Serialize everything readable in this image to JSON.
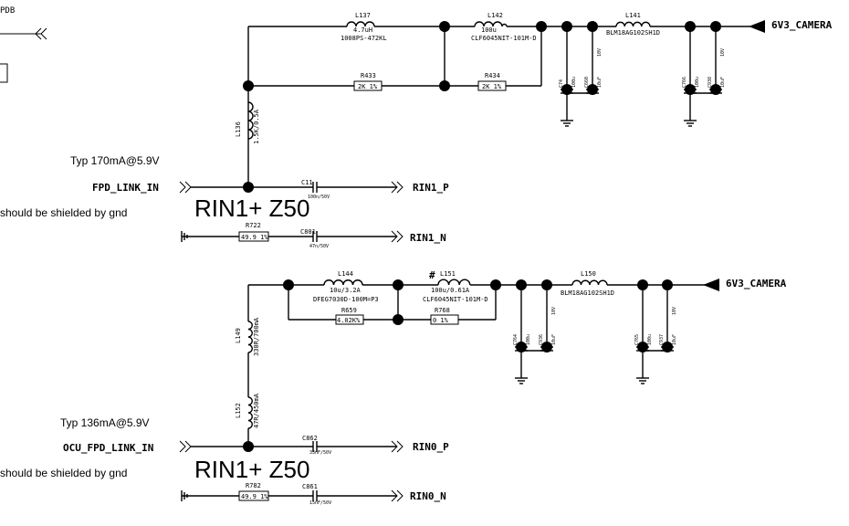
{
  "header": {
    "pdb_fragment": "PDB"
  },
  "power": {
    "top_rail": "6V3_CAMERA",
    "bottom_rail": "6V3_CAMERA"
  },
  "top_section": {
    "current_note": "Typ 170mA@5.9V",
    "input_net": "FPD_LINK_IN",
    "shield_note": "should be shielded by gnd",
    "impedance_note": "RIN1+ Z50",
    "out_p": "RIN1_P",
    "out_n": "RIN1_N",
    "parts": {
      "l137": {
        "ref": "L137",
        "val1": "4.7uH",
        "val2": "1008PS-472KL"
      },
      "l142": {
        "ref": "L142",
        "val1": "100u",
        "val2": "CLF6045NIT-101M-D"
      },
      "l141": {
        "ref": "L141",
        "val1": "BLM18AG102SH1D"
      },
      "r433": {
        "ref": "R433",
        "val": "2K 1%"
      },
      "r434": {
        "ref": "R434",
        "val": "2K 1%"
      },
      "l136": {
        "ref": "L136",
        "val": "1.5K/0.5A"
      },
      "c74": {
        "ref": "C74",
        "val": "100u"
      },
      "c660": {
        "ref": "C660",
        "val": "10uF"
      },
      "c660_v": "10V",
      "c766": {
        "ref": "C766",
        "val": "100u"
      },
      "c938": {
        "ref": "C938",
        "val": "10uF"
      },
      "c938_v": "10V",
      "c11": {
        "ref": "C11",
        "val": "100n/50V"
      },
      "r722": {
        "ref": "R722",
        "val": "49.9 1%"
      },
      "c801": {
        "ref": "C801",
        "val": "47n/50V"
      }
    }
  },
  "bottom_section": {
    "current_note": "Typ 136mA@5.9V",
    "input_net": "OCU_FPD_LINK_IN",
    "shield_note": "should be shielded by gnd",
    "impedance_note": "RIN1+ Z50",
    "out_p": "RIN0_P",
    "out_n": "RIN0_N",
    "parts": {
      "l144": {
        "ref": "L144",
        "val1": "10u/3.2A",
        "val2": "DFEG7030D-100M=P3"
      },
      "l151": {
        "ref": "L151",
        "val1": "100u/0.61A",
        "val2": "CLF6045NIT-101M-D",
        "mark": "#"
      },
      "l150": {
        "ref": "L150",
        "val1": "BLM18AG102SH1D"
      },
      "r659": {
        "ref": "R659",
        "val": "4.02K%"
      },
      "r768": {
        "ref": "R768",
        "val": "0   1%"
      },
      "l149": {
        "ref": "L149",
        "val": "330R/700mA"
      },
      "l152": {
        "ref": "L152",
        "val": "47R/450mA"
      },
      "c764": {
        "ref": "C764",
        "val": "100u"
      },
      "c936": {
        "ref": "C936",
        "val": "10uF"
      },
      "c936_v": "10V",
      "c765": {
        "ref": "C765",
        "val": "100u"
      },
      "c937": {
        "ref": "C937",
        "val": "10uF"
      },
      "c937_v": "10V",
      "c862": {
        "ref": "C862",
        "val": "33nF/50V"
      },
      "r782": {
        "ref": "R782",
        "val": "49.9 1%"
      },
      "c861": {
        "ref": "C861",
        "val": "15nF/50V"
      }
    }
  }
}
